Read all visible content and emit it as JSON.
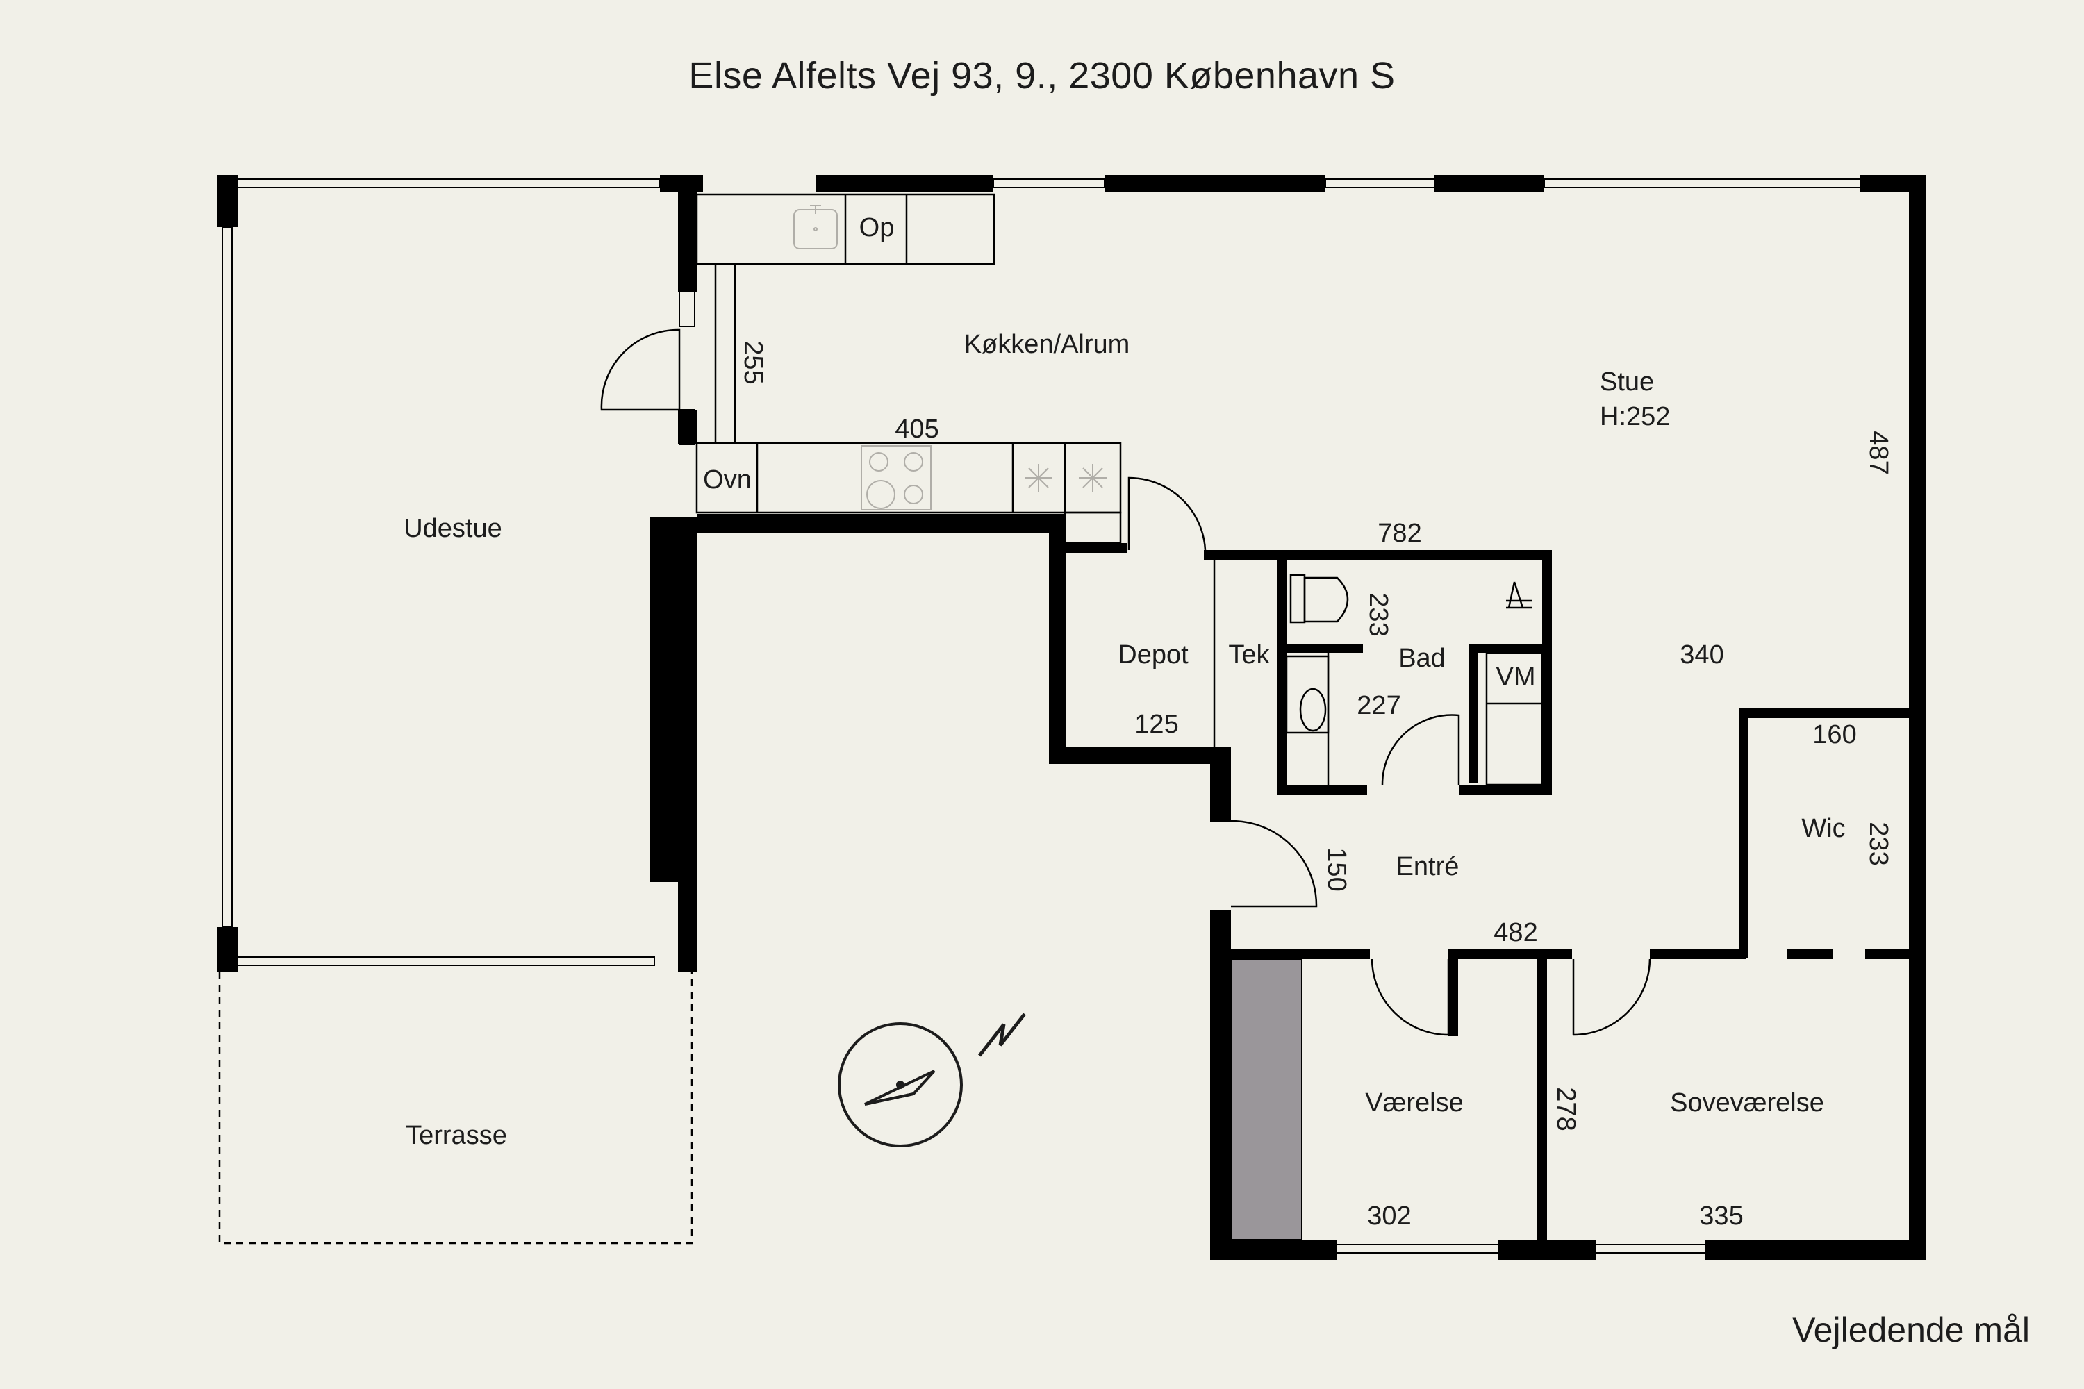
{
  "header": {
    "address": "Else Alfelts Vej 93, 9., 2300 København S"
  },
  "footer": {
    "note": "Vejledende mål"
  },
  "rooms": {
    "udestue": "Udestue",
    "terrasse": "Terrasse",
    "kokken": "Køkken/Alrum",
    "stue": "Stue",
    "stue_height": "H:252",
    "depot": "Depot",
    "tek": "Tek",
    "bad": "Bad",
    "vm": "VM",
    "wic": "Wic",
    "entre": "Entré",
    "vaerelse": "Værelse",
    "sovevaerelse": "Soveværelse"
  },
  "fixtures": {
    "op": "Op",
    "ovn": "Ovn"
  },
  "dimensions": {
    "d255": "255",
    "d405": "405",
    "d487": "487",
    "d782": "782",
    "d233_bad": "233",
    "d227": "227",
    "d340": "340",
    "d125": "125",
    "d160": "160",
    "d233_wic": "233",
    "d150": "150",
    "d482": "482",
    "d278": "278",
    "d302": "302",
    "d335": "335"
  },
  "compass": {
    "north": "N",
    "icon": "compass-icon"
  },
  "colors": {
    "wall": "#000000",
    "background": "#f1f0e8",
    "closet": "#9a969a"
  }
}
